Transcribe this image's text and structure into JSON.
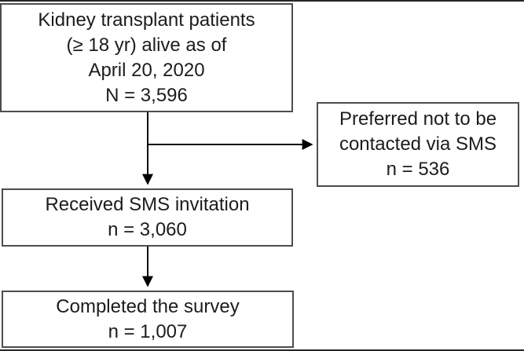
{
  "figure": {
    "type": "patient-flow-diagram",
    "boxes": {
      "eligible": {
        "lines": [
          "Kidney transplant patients",
          "(≥ 18 yr) alive as of",
          "April 20, 2020",
          "N = 3,596"
        ]
      },
      "excluded": {
        "lines": [
          "Preferred not to be",
          "contacted via SMS",
          "n = 536"
        ]
      },
      "received": {
        "lines": [
          "Received SMS invitation",
          "n = 3,060"
        ]
      },
      "completed": {
        "lines": [
          "Completed the survey",
          "n = 1,007"
        ]
      }
    },
    "arrows": [
      {
        "from": "eligible",
        "to": "received",
        "direction": "down"
      },
      {
        "from": "eligible-received-connector",
        "to": "excluded",
        "direction": "right"
      },
      {
        "from": "received",
        "to": "completed",
        "direction": "down"
      }
    ],
    "colors": {
      "background": "#ffffff",
      "box_border": "#4d4d4d",
      "text": "#1c1c1c",
      "arrow": "#000000",
      "rule": "#262626"
    }
  }
}
